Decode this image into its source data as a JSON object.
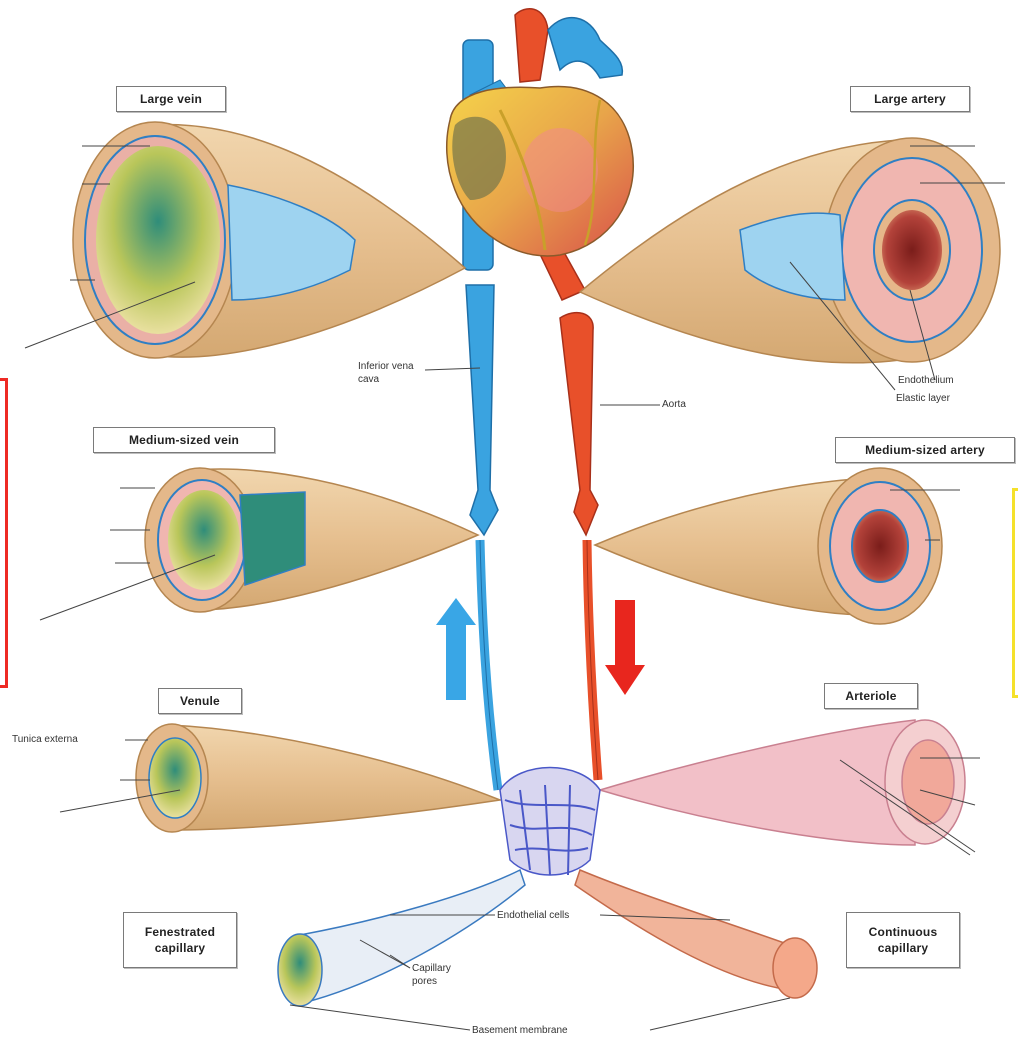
{
  "vessels": {
    "large_vein": "Large vein",
    "large_artery": "Large artery",
    "medium_vein": "Medium-sized vein",
    "medium_artery": "Medium-sized artery",
    "venule": "Venule",
    "arteriole": "Arteriole",
    "fenestrated_capillary": "Fenestrated capillary",
    "continuous_capillary": "Continuous capillary"
  },
  "labels": {
    "inferior_vena_cava": "Inferior vena cava",
    "aorta": "Aorta",
    "endothelium": "Endothelium",
    "elastic_layer": "Elastic layer",
    "tunica_externa": "Tunica externa",
    "endothelial_cells": "Endothelial cells",
    "capillary_pores": "Capillary pores",
    "basement_membrane": "Basement membrane"
  },
  "colors": {
    "vein_blue": "#3aa3e0",
    "artery_red": "#e8502a",
    "arrow_blue": "#39a6e6",
    "arrow_red": "#e8261e",
    "bracket_red": "#ee2a24",
    "bracket_yellow": "#f5e12a",
    "tissue": "#e9c49a"
  }
}
